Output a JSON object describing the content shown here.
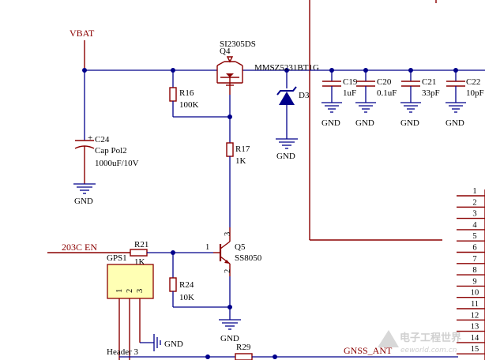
{
  "nets": {
    "vbat": "VBAT",
    "en": "203C EN",
    "gnss_ant": "GNSS_ANT"
  },
  "parts": {
    "q4": {
      "ref": "Q4",
      "value": "SI2305DS"
    },
    "d3": {
      "ref": "D3",
      "value": "MMSZ5231BT1G"
    },
    "r16": {
      "ref": "R16",
      "value": "100K"
    },
    "r17": {
      "ref": "R17",
      "value": "1K"
    },
    "c24": {
      "ref": "C24",
      "value": "Cap Pol2",
      "rating": "1000uF/10V"
    },
    "c19": {
      "ref": "C19",
      "value": "1uF"
    },
    "c20": {
      "ref": "C20",
      "value": "0.1uF"
    },
    "c21": {
      "ref": "C21",
      "value": "33pF"
    },
    "c22": {
      "ref": "C22",
      "value": "10pF"
    },
    "r21": {
      "ref": "R21",
      "value": "1K"
    },
    "q5": {
      "ref": "Q5",
      "value": "SS8050"
    },
    "r24": {
      "ref": "R24",
      "value": "10K"
    },
    "r29": {
      "ref": "R29"
    },
    "gps1": {
      "ref": "GPS1",
      "value": "Header 3",
      "pins": [
        "1",
        "2",
        "3"
      ]
    }
  },
  "ground_label": "GND",
  "q5_pins": [
    "1",
    "2",
    "3"
  ],
  "connector_pins": [
    "1",
    "2",
    "3",
    "4",
    "5",
    "6",
    "7",
    "8",
    "9",
    "10",
    "11",
    "12",
    "13",
    "14",
    "15"
  ],
  "watermark": {
    "text": "电子工程世界",
    "url": "eeworld.com.cn"
  }
}
